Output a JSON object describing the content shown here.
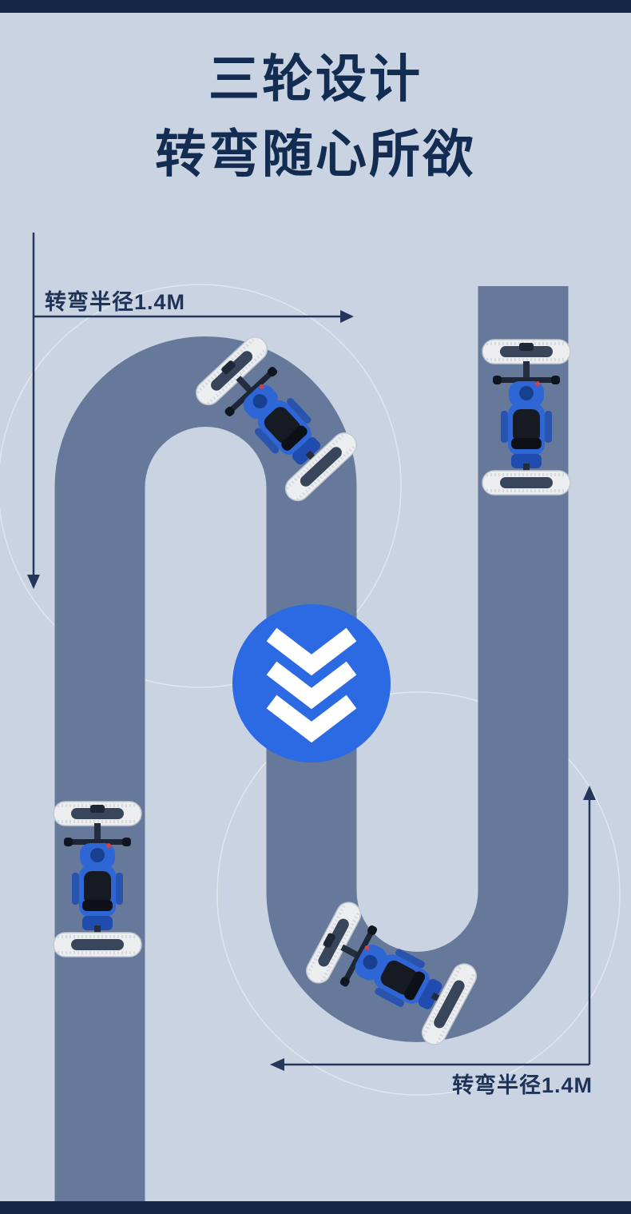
{
  "header": {
    "title_line1": "三轮设计",
    "title_line2": "转弯随心所欲"
  },
  "annotations": {
    "top_left_label": "转弯半径1.4M",
    "bottom_right_label": "转弯半径1.4M",
    "turning_radius_value": "1.4M"
  },
  "icons": {
    "direction_badge": "triple-chevron-down-icon"
  },
  "colors": {
    "background": "#c9d3e1",
    "track": "#66799b",
    "navy_text": "#132c52",
    "frame_bar": "#122846",
    "badge_blue": "#2b6ae3",
    "dimension_line": "#24365c",
    "vehicle_blue": "#2f66d6",
    "mop_gray": "#eceef0"
  }
}
